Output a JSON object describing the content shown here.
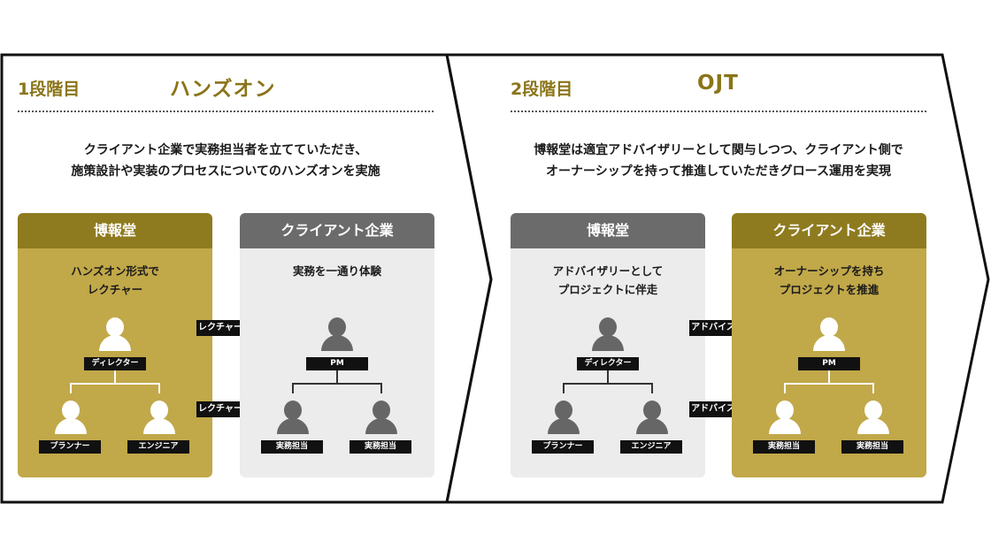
{
  "stage1": {
    "number": "1段階目",
    "title": "ハンズオン",
    "description": [
      "クライアント企業で実務担当者を立てていただき、",
      "施策設計や実装のプロセスについてのハンズオンを実施"
    ],
    "left_card": {
      "header": "博報堂",
      "text": [
        "ハンズオン形式で",
        "レクチャー"
      ],
      "roles": {
        "top": "ディレクター",
        "left": "プランナー",
        "right": "エンジニア"
      }
    },
    "arrows": [
      "レクチャー",
      "レクチャー"
    ],
    "right_card": {
      "header": "クライアント企業",
      "text": [
        "実務を一通り体験"
      ],
      "roles": {
        "top": "PM",
        "left": "実務担当",
        "right": "実務担当"
      }
    }
  },
  "stage2": {
    "number": "2段階目",
    "title": "OJT",
    "description": [
      "博報堂は適宜アドバイザリーとして関与しつつ、クライアント側で",
      "オーナーシップを持って推進していただきグロース運用を実現"
    ],
    "left_card": {
      "header": "博報堂",
      "text": [
        "アドバイザリーとして",
        "プロジェクトに伴走"
      ],
      "roles": {
        "top": "ディレクター",
        "left": "プランナー",
        "right": "エンジニア"
      }
    },
    "arrows": [
      "アドバイス",
      "アドバイス"
    ],
    "right_card": {
      "header": "クライアント企業",
      "text": [
        "オーナーシップを持ち",
        "プロジェクトを推進"
      ],
      "roles": {
        "top": "PM",
        "left": "実務担当",
        "right": "実務担当"
      }
    }
  },
  "colors": {
    "gold_dark": "#8f7b1f",
    "gold": "#c1a849",
    "grey_dark": "#6b6b6b",
    "grey_light": "#ececec",
    "title_gold": "#8a7418"
  }
}
